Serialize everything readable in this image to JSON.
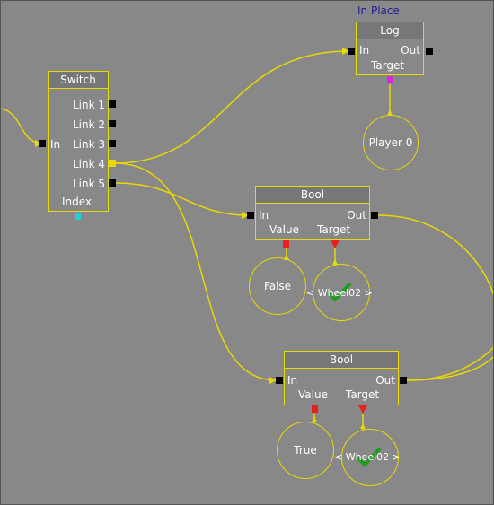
{
  "colors": {
    "background": "#888888",
    "wire": "#e8d800",
    "node_border": "#e8d800",
    "comment": "#1c1c9c"
  },
  "log_node": {
    "comment": "In Place",
    "title": "Log",
    "in_label": "In",
    "out_label": "Out",
    "target_label": "Target"
  },
  "switch_node": {
    "title": "Switch",
    "in_label": "In",
    "links": [
      "Link 1",
      "Link 2",
      "Link 3",
      "Link 4",
      "Link 5"
    ],
    "index_label": "Index"
  },
  "bool_nodes": [
    {
      "title": "Bool",
      "in_label": "In",
      "out_label": "Out",
      "value_label": "Value",
      "target_label": "Target",
      "value_var": "False",
      "target_var": "< Wheel02 >"
    },
    {
      "title": "Bool",
      "in_label": "In",
      "out_label": "Out",
      "value_label": "Value",
      "target_label": "Target",
      "value_var": "True",
      "target_var": "< Wheel02 >"
    }
  ],
  "player_var": "Player 0",
  "icons": {
    "object_var": "green-checkmark-icon"
  }
}
